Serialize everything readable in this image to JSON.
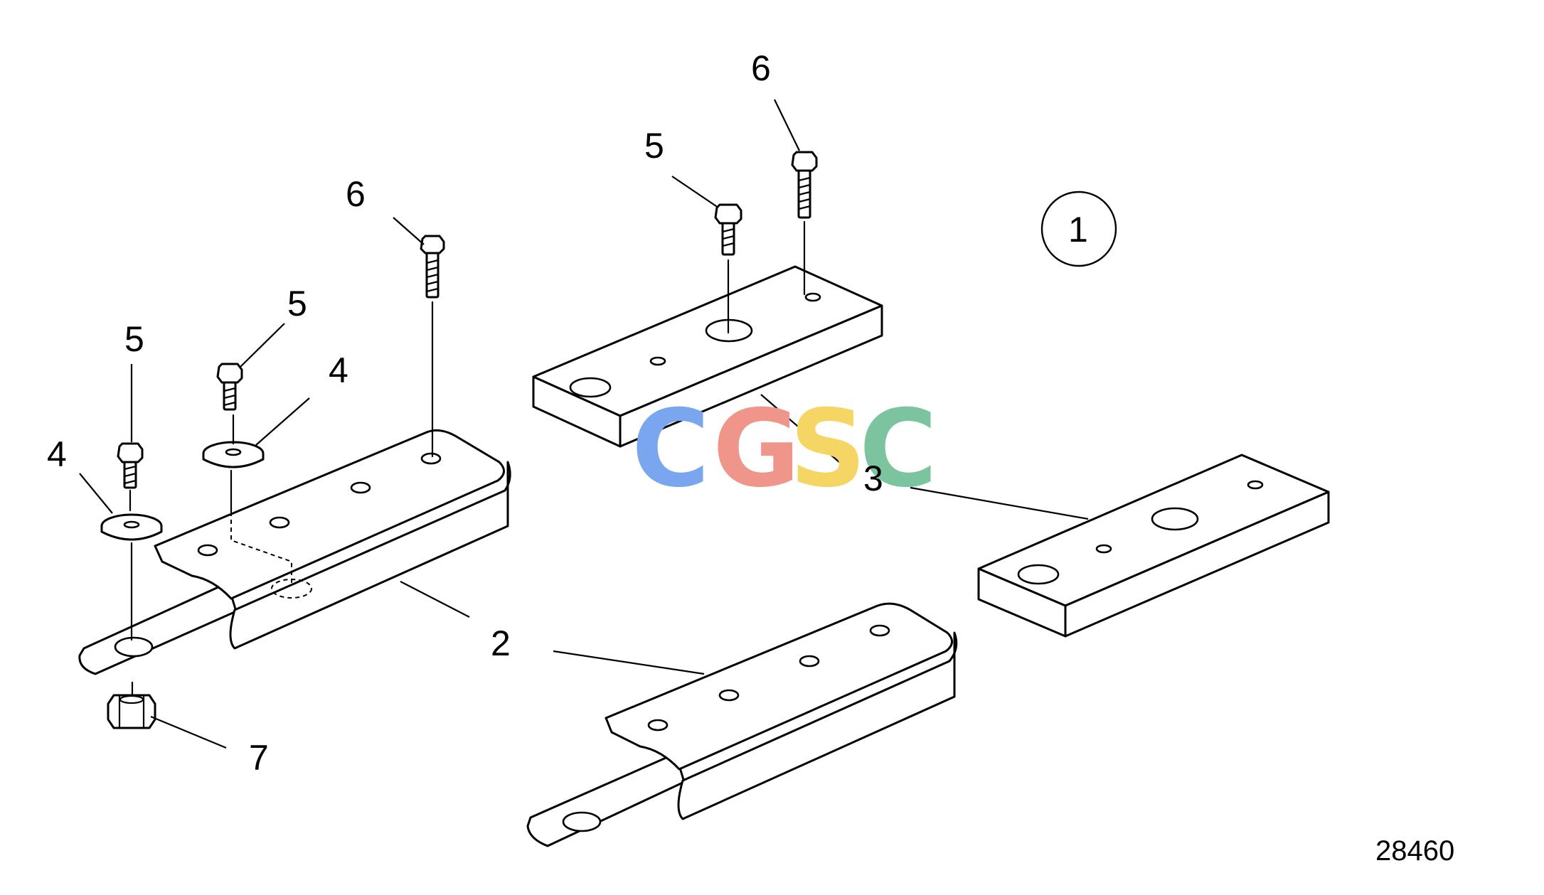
{
  "callouts": {
    "c1": "1",
    "c2": "2",
    "c3": "3",
    "c4a": "4",
    "c4b": "4",
    "c5a": "5",
    "c5b": "5",
    "c5c": "5",
    "c6a": "6",
    "c6b": "6",
    "c7": "7"
  },
  "figure_number": "28460",
  "watermark": {
    "letters": [
      "C",
      "G",
      "S",
      "C"
    ],
    "colors": [
      "#7aa6f0",
      "#f0958a",
      "#f5d665",
      "#7cc4a0"
    ]
  }
}
